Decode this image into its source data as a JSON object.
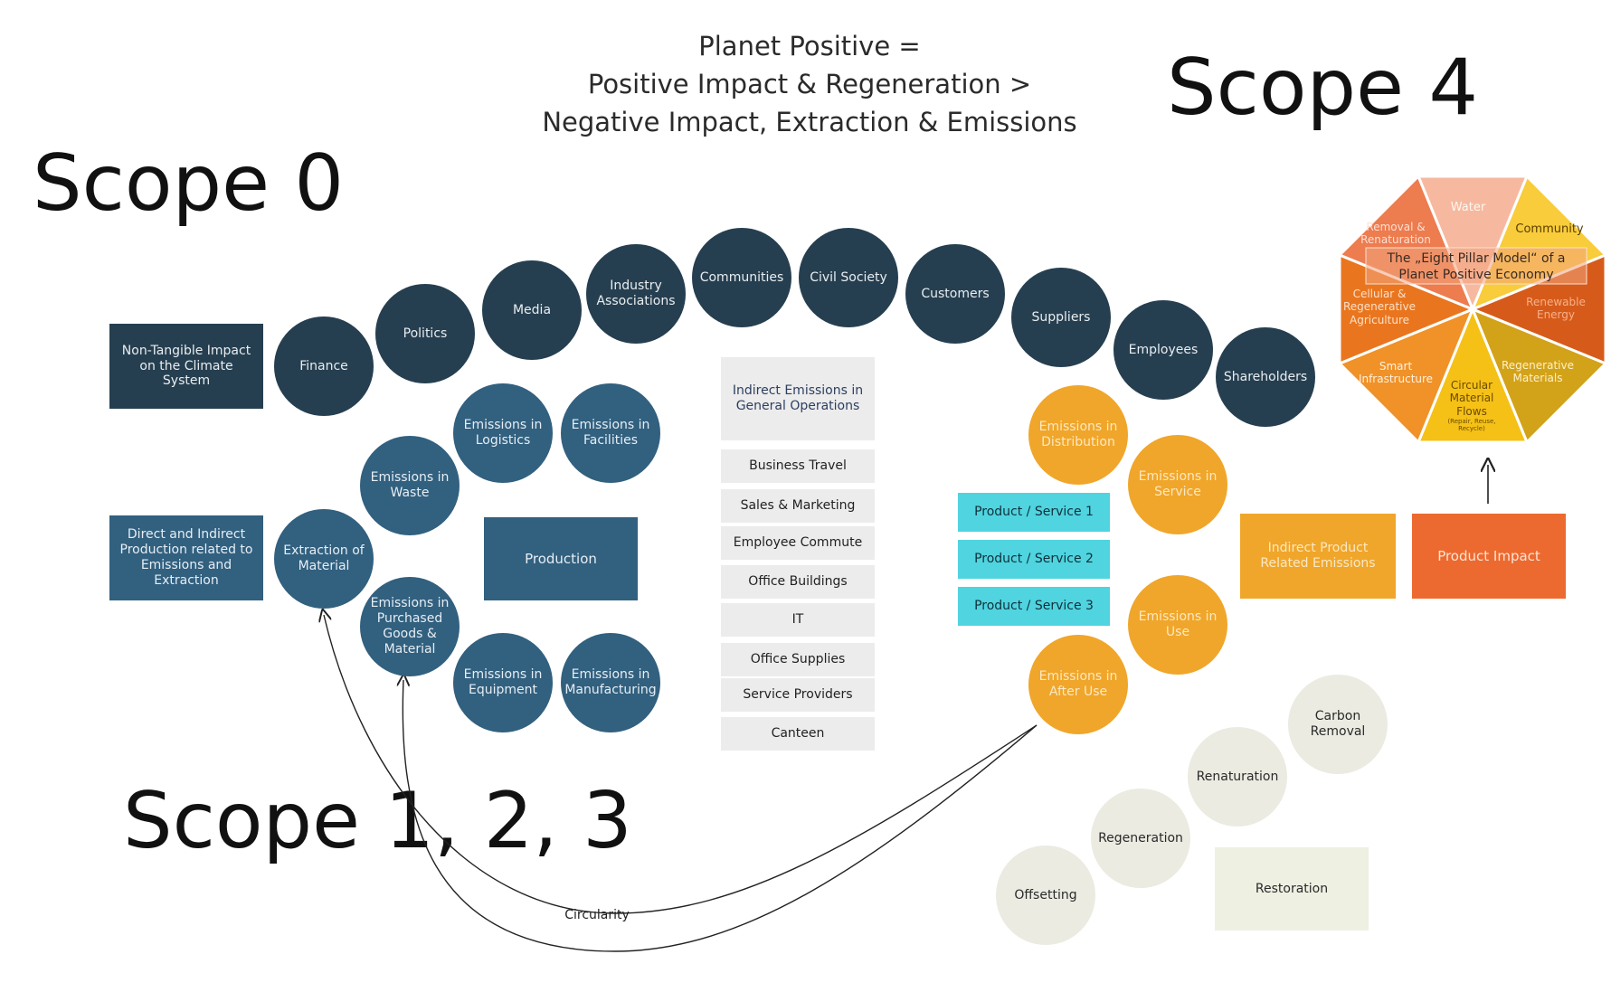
{
  "title": {
    "line1": "Planet Positive =",
    "line2": "Positive Impact & Regeneration >",
    "line3": "Negative Impact, Extraction & Emissions"
  },
  "scopes": {
    "scope0": "Scope 0",
    "scope4": "Scope 4",
    "scope123": "Scope 1, 2, 3"
  },
  "stakeholders": [
    "Finance",
    "Politics",
    "Media",
    "Industry Associations",
    "Communities",
    "Civil Society",
    "Customers",
    "Suppliers",
    "Employees",
    "Shareholders"
  ],
  "left_boxes": {
    "non_tangible": "Non-Tangible Impact on the Climate System",
    "direct_indirect": "Direct and Indirect Production related to Emissions and Extraction"
  },
  "production": {
    "extraction": "Extraction of Material",
    "waste": "Emissions in Waste",
    "logistics": "Emissions in Logistics",
    "facilities": "Emissions in Facilities",
    "purchased": "Emissions in Purchased Goods & Material",
    "equipment": "Emissions in Equipment",
    "manufacturing": "Emissions in Manufacturing",
    "center": "Production"
  },
  "indirect": {
    "header": "Indirect Emissions in General Operations",
    "items": [
      "Business Travel",
      "Sales & Marketing",
      "Employee Commute",
      "Office Buildings",
      "IT",
      "Office Supplies",
      "Service Providers",
      "Canteen"
    ]
  },
  "products": [
    "Product / Service 1",
    "Product / Service 2",
    "Product / Service 3"
  ],
  "product_emissions": {
    "distribution": "Emissions in Distribution",
    "service": "Emissions in Service",
    "use": "Emissions in Use",
    "after_use": "Emissions in After Use"
  },
  "right_boxes": {
    "indirect_product": "Indirect Product Related Emissions",
    "product_impact": "Product Impact"
  },
  "octagon": {
    "caption": "The „Eight Pillar Model“ of a Planet Positive Economy",
    "pillars": {
      "water": "Water",
      "community": "Community",
      "renewable": "Renewable Energy",
      "regenerative": "Regenerative Materials",
      "circular": "Circular Material Flows",
      "circular_small": "(Repair, Reuse, Recycle)",
      "smart": "Smart Infrastructure",
      "cellular": "Cellular & Regenerative Agriculture",
      "removal": "Removal & Renaturation"
    },
    "colors": {
      "water": "#f6b9a0",
      "community": "#f8cc3a",
      "renewable": "#d65b1a",
      "regenerative": "#d2a219",
      "circular": "#f5c117",
      "smart": "#f09227",
      "cellular": "#e9761f",
      "removal": "#ed7c4f"
    }
  },
  "positive": [
    "Carbon Removal",
    "Renaturation",
    "Regeneration",
    "Offsetting",
    "Restoration"
  ],
  "circularity": "Circularity",
  "colors": {
    "navy": "#263f50",
    "blue": "#32607f",
    "orange": "#f0a62a",
    "cyan": "#4fd4e0",
    "red": "#ec6a30"
  }
}
